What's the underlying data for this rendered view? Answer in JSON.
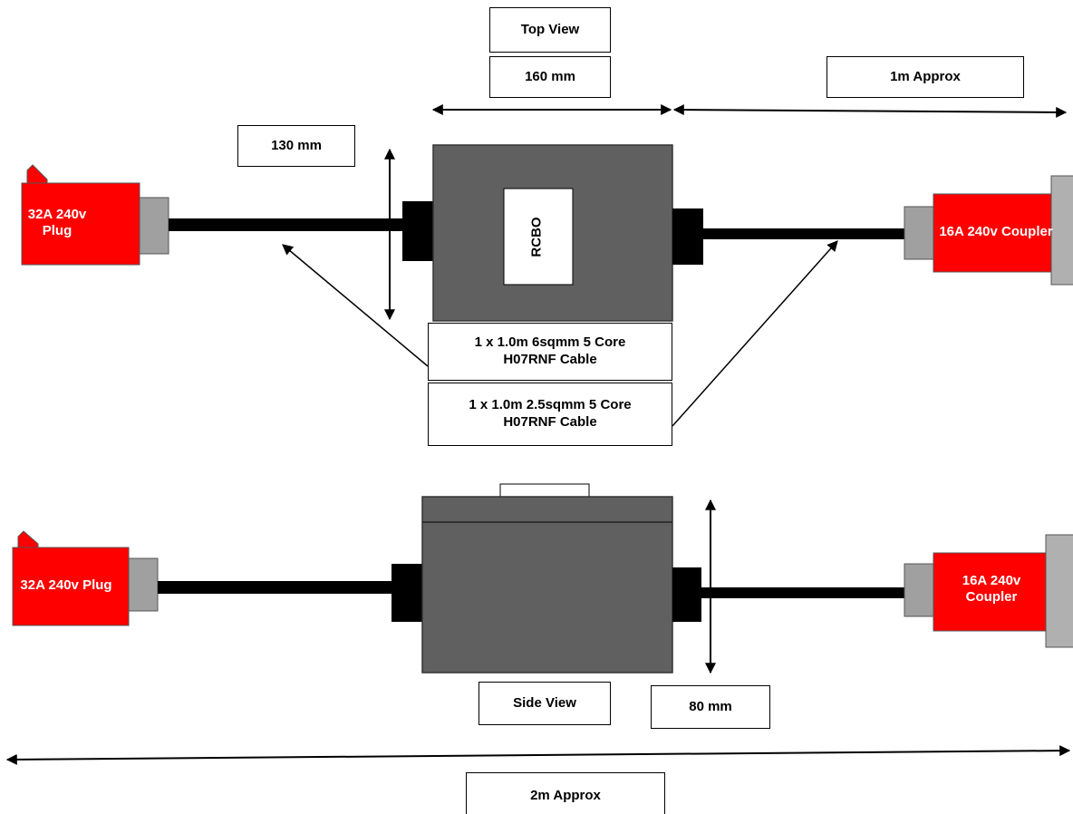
{
  "views": {
    "top_view": "Top View",
    "side_view": "Side View"
  },
  "dimensions": {
    "width": "160 mm",
    "height": "130 mm",
    "depth": "80 mm",
    "lead_length": "1m Approx",
    "total_length": "2m Approx"
  },
  "top": {
    "plug_label": "32A 240v Plug",
    "coupler_label": "16A 240v Coupler",
    "rcbo_label": "RCBO"
  },
  "side": {
    "plug_label": "32A 240v Plug",
    "coupler_label": "16A 240v Coupler"
  },
  "cables": {
    "input": "1 x 1.0m 6sqmm 5 Core H07RNF Cable",
    "output": "1 x 1.0m 2.5sqmm 5 Core H07RNF Cable"
  },
  "colors": {
    "connector_red": "#ff0000",
    "enclosure_grey": "#606060",
    "sleeve_grey": "#a0a0a0",
    "cable_black": "#000000"
  }
}
